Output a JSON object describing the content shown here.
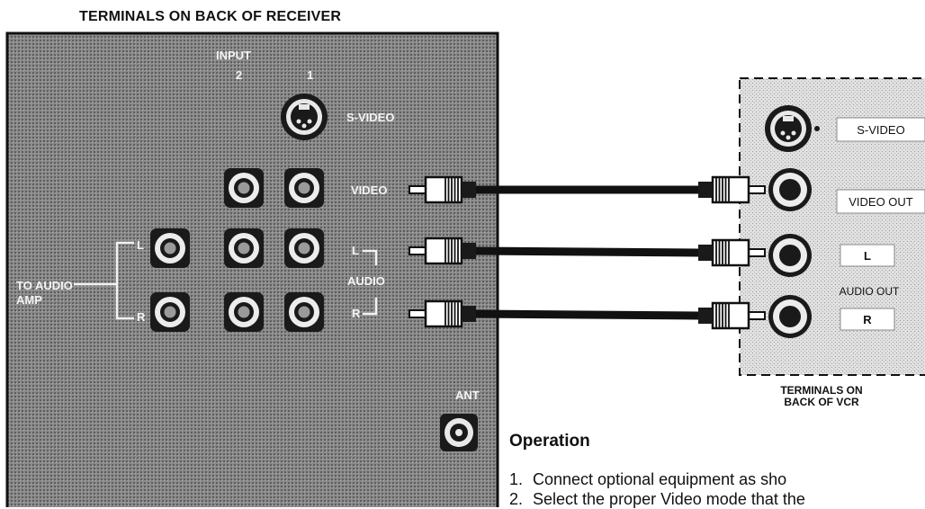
{
  "receiver": {
    "title": "TERMINALS ON BACK OF RECEIVER",
    "input_label": "INPUT",
    "input_2": "2",
    "input_1": "1",
    "svideo_label": "S-VIDEO",
    "video_label": "VIDEO",
    "audio_l": "L",
    "audio_label": "AUDIO",
    "audio_r": "R",
    "to_audio_amp": [
      "TO AUDIO",
      "AMP"
    ],
    "amp_l": "L",
    "amp_r": "R",
    "ant_label": "ANT"
  },
  "vcr": {
    "svideo_label": "S-VIDEO",
    "video_out_label": "VIDEO OUT",
    "l_label": "L",
    "audio_out_label": "AUDIO OUT",
    "r_label": "R",
    "caption": [
      "TERMINALS ON",
      "BACK OF VCR"
    ]
  },
  "operation": {
    "heading": "Operation",
    "steps": [
      {
        "num": "1.",
        "text": "Connect optional equipment as sho"
      },
      {
        "num": "2.",
        "text": "Select the proper Video mode that the"
      }
    ]
  },
  "colors": {
    "panel": "#7d7d7d",
    "panel_text": "#f2f2f2",
    "vcr_panel": "#d6d6d6",
    "cable": "#111111"
  }
}
